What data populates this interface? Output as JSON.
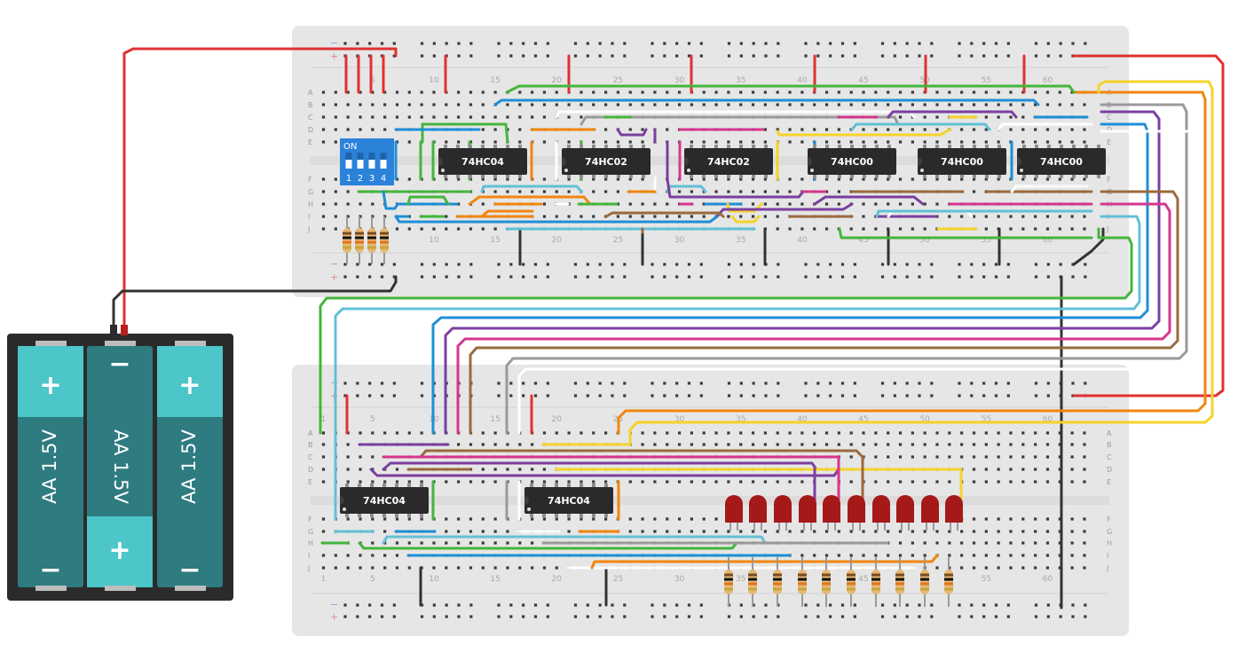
{
  "top_board": {
    "column_numbers": [
      "5",
      "10",
      "15",
      "20",
      "25",
      "30",
      "35",
      "40",
      "45",
      "50",
      "55",
      "60"
    ],
    "row_letters_top": [
      "A",
      "B",
      "C",
      "D",
      "E"
    ],
    "row_letters_bottom": [
      "F",
      "G",
      "H",
      "I",
      "J"
    ],
    "chips": [
      "74HC04",
      "74HC02",
      "74HC02",
      "74HC00",
      "74HC00",
      "74HC00"
    ]
  },
  "bottom_board": {
    "column_numbers": [
      "1",
      "5",
      "10",
      "15",
      "20",
      "25",
      "30",
      "35",
      "40",
      "45",
      "50",
      "55",
      "60"
    ],
    "row_letters_top": [
      "A",
      "B",
      "C",
      "D",
      "E"
    ],
    "row_letters_bottom": [
      "F",
      "G",
      "H",
      "I",
      "J"
    ],
    "chips": [
      "74HC04",
      "74HC04"
    ],
    "led_count": 10,
    "led_color": "#a51919"
  },
  "dip_switch": {
    "on_label": "ON",
    "position_labels": [
      "1",
      "2",
      "3",
      "4"
    ],
    "color": "#2b82d9"
  },
  "battery_pack": {
    "cells": [
      "AA 1.5V",
      "AA 1.5V",
      "AA 1.5V"
    ],
    "plus_sign": "+",
    "minus_sign": "−"
  },
  "rail_signs": {
    "minus": "−",
    "plus": "+"
  },
  "wire_colors": {
    "red": "#e03131",
    "black": "#333333",
    "green": "#44b53b",
    "blue": "#1f8fd6",
    "light_blue": "#62c0d6",
    "orange": "#f0860e",
    "yellow": "#f5d32a",
    "purple": "#7b3fa0",
    "magenta": "#d6368d",
    "brown": "#9b6a3c",
    "gray": "#9a9a9a",
    "white": "#ffffff"
  }
}
